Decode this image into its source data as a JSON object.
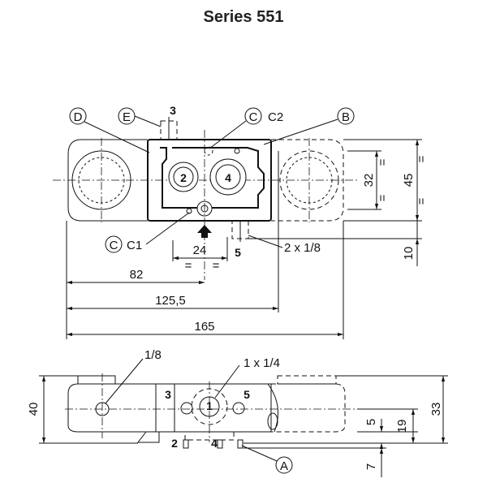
{
  "title": "Series 551",
  "top_view": {
    "callouts": {
      "D": "D",
      "E": "E",
      "C": "C",
      "B": "B",
      "C_lower": "C"
    },
    "labels": {
      "C2": "C2",
      "C1": "C1",
      "port3": "3",
      "port2": "2",
      "port4": "4",
      "port5": "5",
      "thread": "2 x 1/8"
    },
    "dims": {
      "d24": "24",
      "d82": "82",
      "d125": "125,5",
      "d165": "165",
      "d32": "32",
      "d45": "45",
      "d10": "10",
      "eq": "="
    }
  },
  "side_view": {
    "callouts": {
      "A": "A"
    },
    "labels": {
      "p1_8": "1/8",
      "p1x1_4": "1 x 1/4",
      "port3": "3",
      "port1": "1",
      "port5": "5",
      "port2": "2",
      "port4": "4"
    },
    "dims": {
      "d40": "40",
      "d5": "5",
      "d19": "19",
      "d33": "33",
      "d7": "7"
    }
  }
}
